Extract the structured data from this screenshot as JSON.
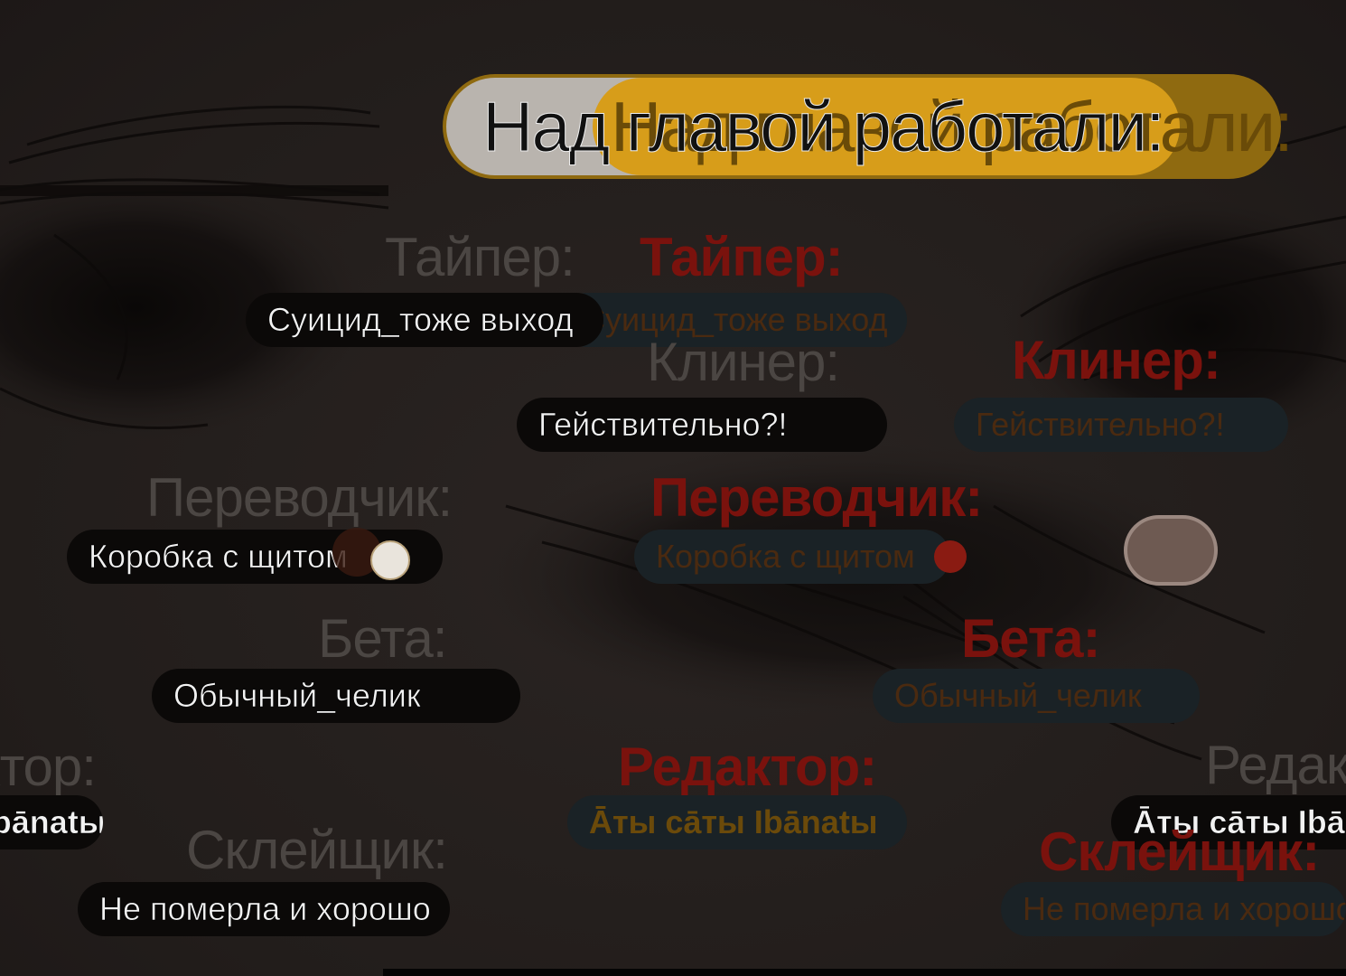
{
  "title": {
    "main": "Над главой работали:",
    "shadow": "Над главой работали:"
  },
  "credits": [
    {
      "role": "Тайпер:",
      "name": "Суицид_тоже выход"
    },
    {
      "role": "Клинер:",
      "name": "Гействительно?!"
    },
    {
      "role": "Переводчик:",
      "name": "Коробка с щитом"
    },
    {
      "role": "Бета:",
      "name": "Обычный_челик"
    },
    {
      "role": "Редактор:",
      "name": "Āты cāты Ibānatы"
    },
    {
      "role": "Склейщик:",
      "name": "Не померла и хорошо"
    }
  ],
  "colors": {
    "background": "#231e1c",
    "title_pill": "#d79d1a",
    "role_red": "#7a120d",
    "name_pill": "#0b0908"
  },
  "icons": [
    "emoji-icon",
    "heart-emoji-icon",
    "cookie-emoji-icon"
  ]
}
